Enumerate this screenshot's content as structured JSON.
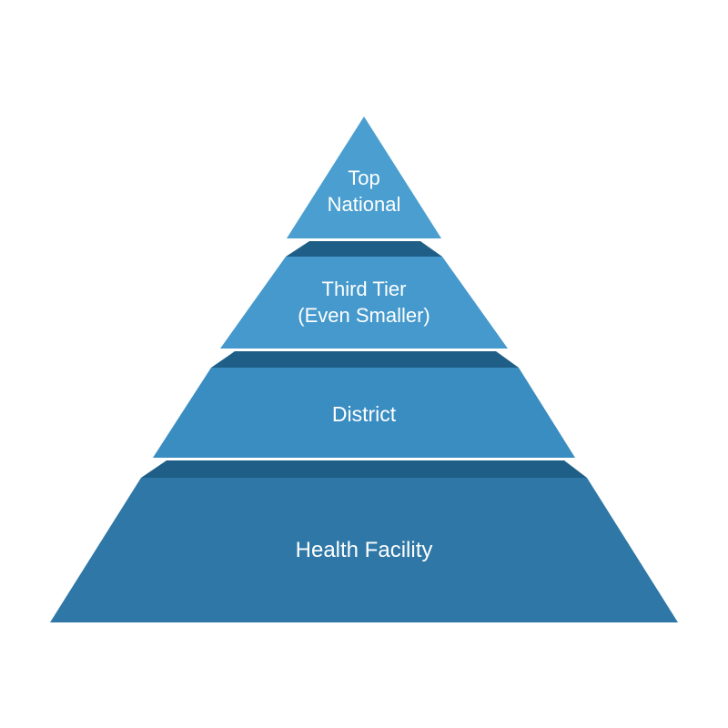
{
  "pyramid": {
    "tiers": [
      {
        "label_lines": [
          "Top",
          "National"
        ],
        "color": "#4a9fd0"
      },
      {
        "label_lines": [
          "Third Tier",
          "(Even Smaller)"
        ],
        "color": "#4599cc"
      },
      {
        "label_lines": [
          "District"
        ],
        "color": "#3a8dc1"
      },
      {
        "label_lines": [
          "Health Facility"
        ],
        "color": "#2e77a6"
      }
    ],
    "ledge_color": "#1f5f87",
    "background": "#ffffff"
  }
}
